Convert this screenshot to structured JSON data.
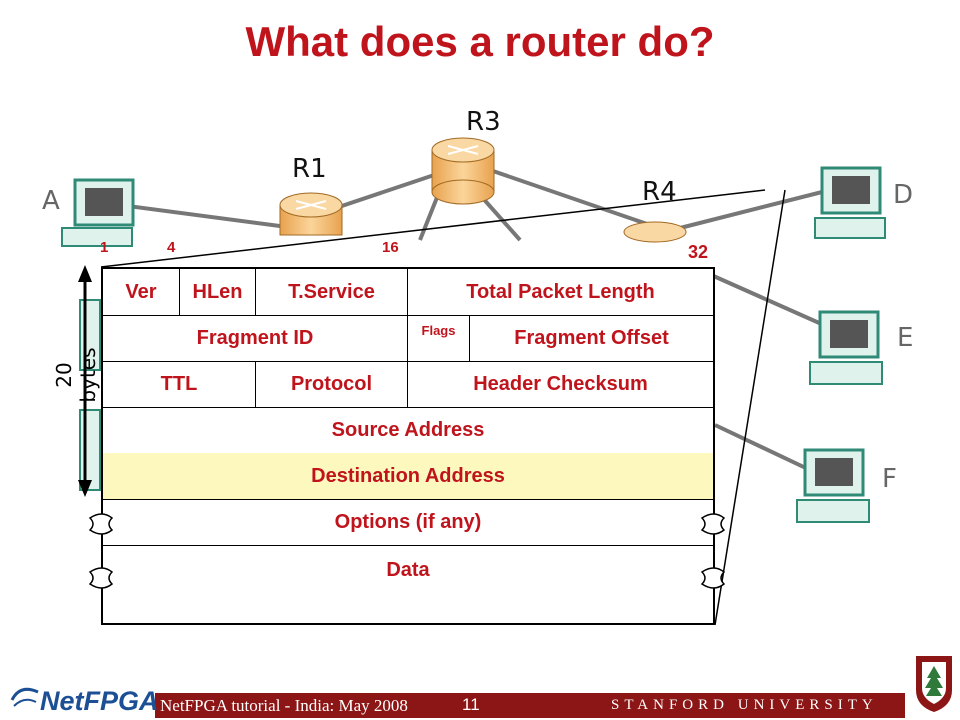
{
  "title": "What does a router do?",
  "routers": [
    "R3",
    "R1",
    "R4"
  ],
  "hosts": [
    "A",
    "D",
    "E",
    "F"
  ],
  "bit_positions": [
    "1",
    "4",
    "16",
    "32"
  ],
  "size_label": "20 bytes",
  "header_rows": [
    [
      "Ver",
      "HLen",
      "T.Service",
      "Total Packet Length"
    ],
    [
      "Fragment ID",
      "Flags",
      "Fragment Offset"
    ],
    [
      "TTL",
      "Protocol",
      "Header Checksum"
    ],
    [
      "Source Address"
    ],
    [
      "Destination Address"
    ],
    [
      "Options (if any)"
    ],
    [
      "Data"
    ]
  ],
  "colors": {
    "title": "#c0141c",
    "highlight": "#fdf8bd",
    "footer": "#8c1515",
    "router": "#f5c27a"
  },
  "footer": {
    "text": "NetFPGA tutorial - India: May 2008",
    "page": "11",
    "university": "STANFORD UNIVERSITY",
    "logo": "NetFPGA"
  }
}
